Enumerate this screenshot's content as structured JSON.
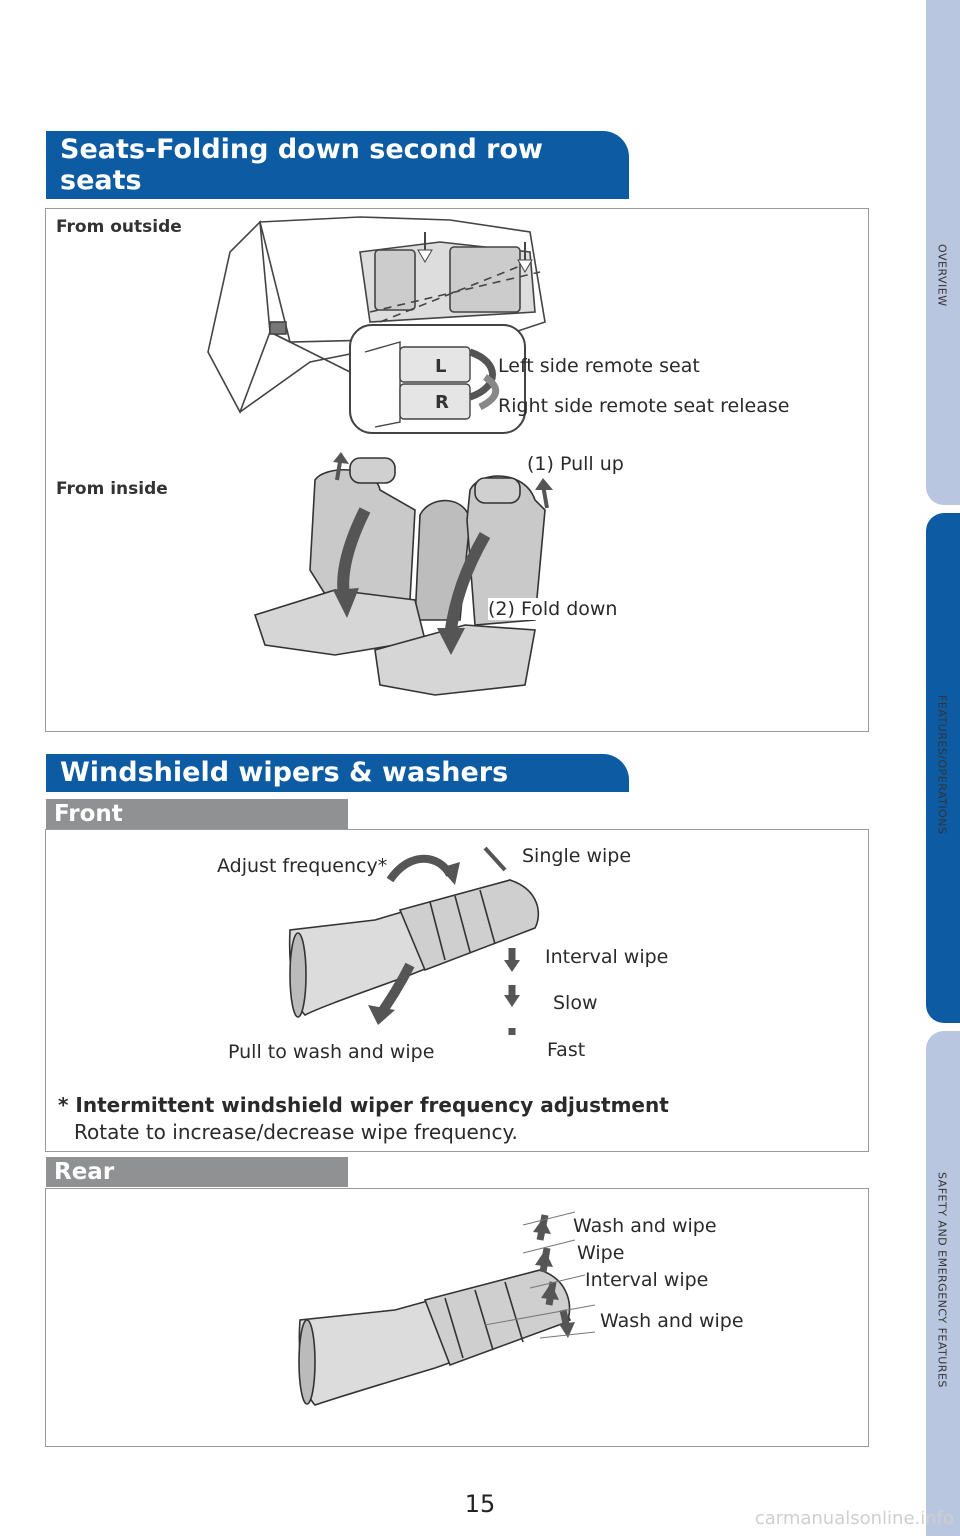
{
  "seats": {
    "title_line1": "Seats-Folding down second row seats",
    "title_line2": "(if equipped)",
    "from_outside": "From outside",
    "left_remote": "Left side remote seat",
    "right_remote": "Right side remote seat release",
    "from_inside": "From inside",
    "pull_up": "(1) Pull up",
    "fold_down": "(2) Fold down"
  },
  "wipers": {
    "title": "Windshield wipers & washers",
    "front": {
      "header": "Front",
      "adjust": "Adjust frequency*",
      "single": "Single wipe",
      "interval": "Interval wipe",
      "slow": "Slow",
      "fast": "Fast",
      "pull": "Pull to wash and wipe",
      "note_title": "* Intermittent windshield wiper frequency adjustment",
      "note_text": "Rotate to increase/decrease wipe frequency."
    },
    "rear": {
      "header": "Rear",
      "wash_top": "Wash and wipe",
      "wipe": "Wipe",
      "interval": "Interval wipe",
      "wash_bottom": "Wash and wipe"
    }
  },
  "tabs": {
    "overview": "OVERVIEW",
    "features": "FEATURES/OPERATIONS",
    "safety": "SAFETY AND EMERGENCY FEATURES"
  },
  "page_number": "15",
  "watermark": "carmanualsonline.info",
  "colors": {
    "banner": "#0d5ba3",
    "tab_active": "#0d5ba3",
    "tab_inactive": "#b9c6e0",
    "subbar": "#8f9193"
  }
}
